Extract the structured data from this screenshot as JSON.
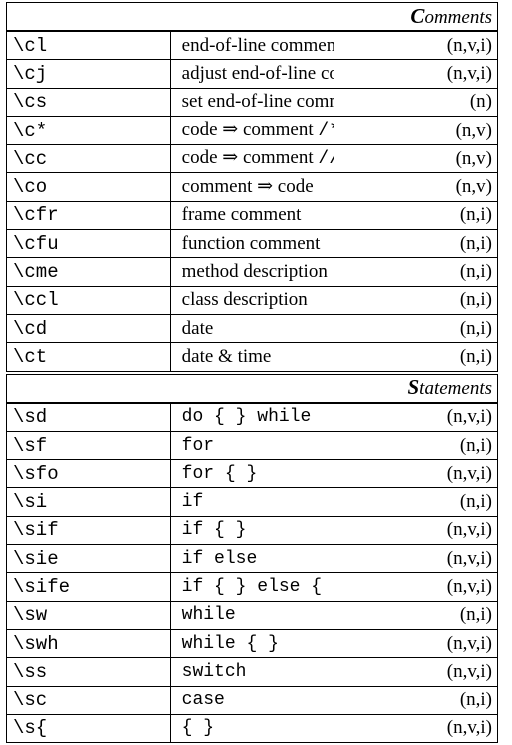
{
  "sections": [
    {
      "title_first": "C",
      "title_rest": "omments",
      "rows": [
        {
          "cmd": "\\cl",
          "desc": "end-of-line comment",
          "modes": "(n,v,i)"
        },
        {
          "cmd": "\\cj",
          "desc": "adjust end-of-line comment",
          "modes": "(n,v,i)"
        },
        {
          "cmd": "\\cs",
          "desc": "set end-of-line comment column",
          "modes": "(n)"
        },
        {
          "cmd": "\\c*",
          "desc_text": "code ⇒ comment ",
          "desc_code": "/* */",
          "modes": "(n,v)"
        },
        {
          "cmd": "\\cc",
          "desc_text": "code ⇒ comment ",
          "desc_code": "//",
          "modes": "(n,v)"
        },
        {
          "cmd": "\\co",
          "desc": "comment ⇒ code",
          "modes": "(n,v)"
        },
        {
          "cmd": "\\cfr",
          "desc": "frame comment",
          "modes": "(n,i)"
        },
        {
          "cmd": "\\cfu",
          "desc": "function comment",
          "modes": "(n,i)"
        },
        {
          "cmd": "\\cme",
          "desc": "method description",
          "modes": "(n,i)"
        },
        {
          "cmd": "\\ccl",
          "desc": "class description",
          "modes": "(n,i)"
        },
        {
          "cmd": "\\cd",
          "desc": "date",
          "modes": "(n,i)"
        },
        {
          "cmd": "\\ct",
          "desc": "date & time",
          "modes": "(n,i)"
        }
      ]
    },
    {
      "title_first": "S",
      "title_rest": "tatements",
      "rows": [
        {
          "cmd": "\\sd",
          "desc": "do { } while",
          "modes": "(n,v,i)"
        },
        {
          "cmd": "\\sf",
          "desc": "for",
          "modes": "(n,i)"
        },
        {
          "cmd": "\\sfo",
          "desc": "for { }",
          "modes": "(n,v,i)"
        },
        {
          "cmd": "\\si",
          "desc": "if",
          "modes": "(n,i)"
        },
        {
          "cmd": "\\sif",
          "desc": "if { }",
          "modes": "(n,v,i)"
        },
        {
          "cmd": "\\sie",
          "desc": "if else",
          "modes": "(n,v,i)"
        },
        {
          "cmd": "\\sife",
          "desc": "if { } else { }",
          "modes": "(n,v,i)"
        },
        {
          "cmd": "\\sw",
          "desc": "while",
          "modes": "(n,i)"
        },
        {
          "cmd": "\\swh",
          "desc": "while { }",
          "modes": "(n,v,i)"
        },
        {
          "cmd": "\\ss",
          "desc": "switch",
          "modes": "(n,v,i)"
        },
        {
          "cmd": "\\sc",
          "desc": "case",
          "modes": "(n,i)"
        },
        {
          "cmd": "\\s{",
          "desc": "{ }",
          "modes": "(n,v,i)"
        }
      ]
    }
  ]
}
